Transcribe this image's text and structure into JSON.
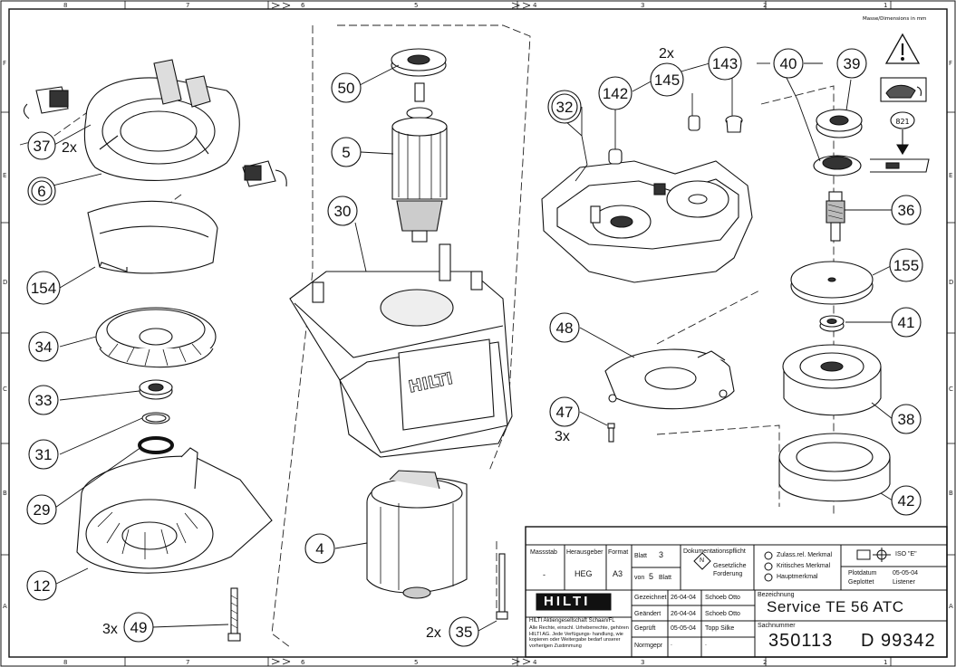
{
  "sheet": {
    "column_labels": [
      "8",
      "7",
      "6",
      "5",
      "4",
      "3",
      "2",
      "1"
    ],
    "row_labels": [
      "F",
      "E",
      "D",
      "C",
      "B",
      "A"
    ],
    "dimension_note": "Masse/Dimensions in mm"
  },
  "callouts": [
    {
      "id": "c50",
      "label": "50"
    },
    {
      "id": "c5",
      "label": "5"
    },
    {
      "id": "c30",
      "label": "30"
    },
    {
      "id": "c4",
      "label": "4"
    },
    {
      "id": "c35",
      "label": "35",
      "qty": "2x"
    },
    {
      "id": "c37",
      "label": "37",
      "qty": "2x"
    },
    {
      "id": "c6",
      "label": "6"
    },
    {
      "id": "c154",
      "label": "154"
    },
    {
      "id": "c34",
      "label": "34"
    },
    {
      "id": "c33",
      "label": "33"
    },
    {
      "id": "c31",
      "label": "31"
    },
    {
      "id": "c29",
      "label": "29"
    },
    {
      "id": "c12",
      "label": "12"
    },
    {
      "id": "c49",
      "label": "49",
      "qty": "3x"
    },
    {
      "id": "c32",
      "label": "32"
    },
    {
      "id": "c142",
      "label": "142"
    },
    {
      "id": "c145",
      "label": "145",
      "qty": "2x"
    },
    {
      "id": "c143",
      "label": "143"
    },
    {
      "id": "c40",
      "label": "40"
    },
    {
      "id": "c39",
      "label": "39"
    },
    {
      "id": "c36",
      "label": "36"
    },
    {
      "id": "c155",
      "label": "155"
    },
    {
      "id": "c41",
      "label": "41"
    },
    {
      "id": "c38",
      "label": "38"
    },
    {
      "id": "c42",
      "label": "42"
    },
    {
      "id": "c48",
      "label": "48"
    },
    {
      "id": "c47",
      "label": "47",
      "qty": "3x"
    }
  ],
  "grease_label": "821",
  "title_block": {
    "massstab_label": "Massstab",
    "massstab_value": "-",
    "herausgeber_label": "Herausgeber",
    "herausgeber_value": "HEG",
    "format_label": "Format",
    "format_value": "A3",
    "blatt_label": "Blatt",
    "blatt_value": "3",
    "von_label": "von",
    "von_value": "5",
    "von_suffix": "Blatt",
    "doku_label": "Dokumentationspflicht",
    "doku_symbol": "N",
    "doku_text_1": "Gesetzliche",
    "doku_text_2": "Forderung",
    "merkmal_1": "Zulass.rel. Merkmal",
    "merkmal_2": "Kritisches Merkmal",
    "merkmal_3": "Hauptmerkmal",
    "iso_label": "ISO \"E\"",
    "plotdatum_label": "Plotdatum",
    "plotdatum_value": "05-05-04",
    "geplottet_label": "Geplottet",
    "geplottet_value": "Listener",
    "brand": "HILTI",
    "company": "HILTI Aktiengesellschaft Schaan/FL",
    "rights": "Alle Rechte, einschl. Urheberrechte, gehören HILTI AG. Jede Verfügungs- handlung, wie kopieren oder Weitergabe bedarf unserer vorherigen Zustimmung",
    "gezeichnet_label": "Gezeichnet",
    "gezeichnet_date": "26-04-04",
    "gezeichnet_name": "Schoeb Otto",
    "geaendert_label": "Geändert",
    "geaendert_date": "26-04-04",
    "geaendert_name": "Schoeb Otto",
    "geprueft_label": "Geprüft",
    "geprueft_date": "05-05-04",
    "geprueft_name": "Topp Silke",
    "normgepr_label": "Normgepr",
    "normgepr_date": ".",
    "normgepr_name": ".",
    "bezeichnung_label": "Bezeichnung",
    "bezeichnung_value": "Service TE 56 ATC",
    "sachnummer_label": "Sachnummer",
    "sachnummer_value": "350113",
    "drawing_number": "D 99342"
  }
}
